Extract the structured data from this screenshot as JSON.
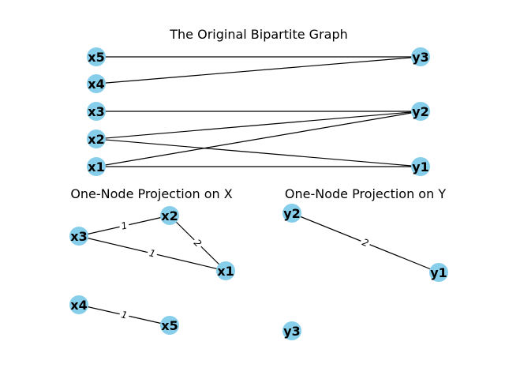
{
  "titles": {
    "bipartite": "The Original Bipartite Graph",
    "proj_x": "One-Node Projection on X",
    "proj_y": "One-Node Projection on Y"
  },
  "colors": {
    "node_fill": "#87CEEB",
    "edge": "#000000"
  },
  "bipartite": {
    "nodes": [
      "x5",
      "x4",
      "x3",
      "x2",
      "x1",
      "y3",
      "y2",
      "y1"
    ],
    "edges": [
      [
        "x5",
        "y3"
      ],
      [
        "x4",
        "y3"
      ],
      [
        "x3",
        "y2"
      ],
      [
        "x2",
        "y2"
      ],
      [
        "x2",
        "y1"
      ],
      [
        "x1",
        "y2"
      ],
      [
        "x1",
        "y1"
      ]
    ]
  },
  "projection_x": {
    "nodes": [
      "x3",
      "x2",
      "x1",
      "x4",
      "x5"
    ],
    "edges": [
      {
        "from": "x3",
        "to": "x2",
        "weight": "1"
      },
      {
        "from": "x2",
        "to": "x1",
        "weight": "2"
      },
      {
        "from": "x3",
        "to": "x1",
        "weight": "1"
      },
      {
        "from": "x4",
        "to": "x5",
        "weight": "1"
      }
    ]
  },
  "projection_y": {
    "nodes": [
      "y2",
      "y1",
      "y3"
    ],
    "edges": [
      {
        "from": "y2",
        "to": "y1",
        "weight": "2"
      }
    ]
  }
}
